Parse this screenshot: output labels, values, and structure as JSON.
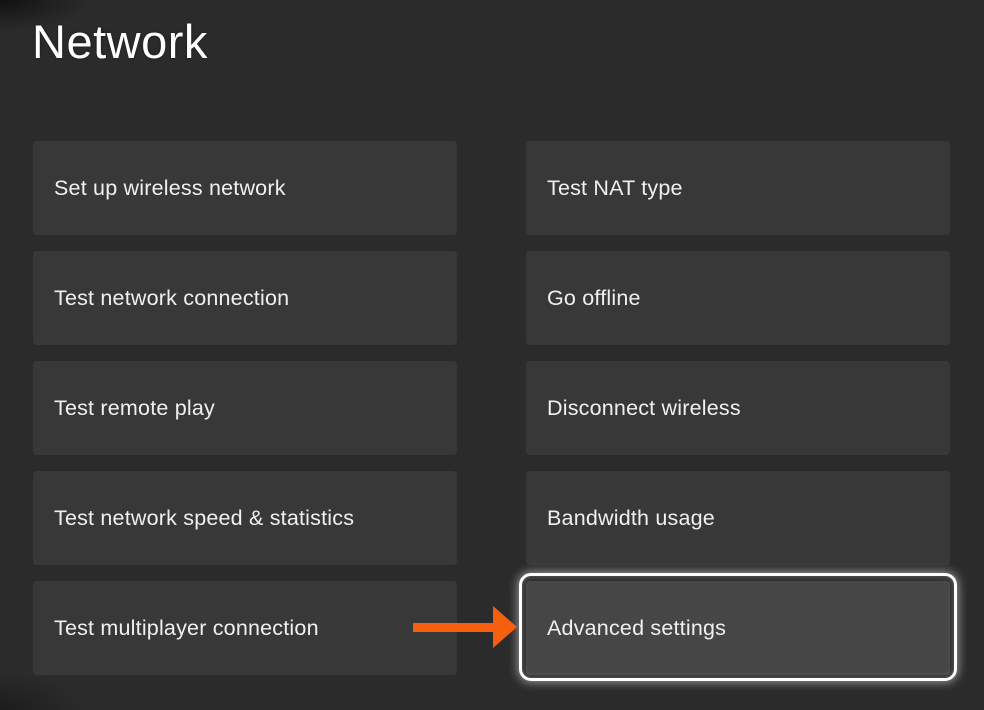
{
  "page": {
    "title": "Network"
  },
  "colors": {
    "background": "#2b2b2b",
    "button": "#383838",
    "button_focused": "#464646",
    "label": "#f0f0f0",
    "title": "#ffffff",
    "arrow": "#f55f0f",
    "focus_ring": "#fdfdfd"
  },
  "menu": {
    "items": [
      {
        "label": "Set up wireless network",
        "focused": false
      },
      {
        "label": "Test network connection",
        "focused": false
      },
      {
        "label": "Test remote play",
        "focused": false
      },
      {
        "label": "Test network speed & statistics",
        "focused": false
      },
      {
        "label": "Test multiplayer connection",
        "focused": false
      },
      {
        "label": "Test NAT type",
        "focused": false
      },
      {
        "label": "Go offline",
        "focused": false
      },
      {
        "label": "Disconnect wireless",
        "focused": false
      },
      {
        "label": "Bandwidth usage",
        "focused": false
      },
      {
        "label": "Advanced settings",
        "focused": true
      }
    ]
  },
  "annotation": {
    "arrow_icon": "orange-arrow-pointing-right-at-advanced-settings"
  }
}
